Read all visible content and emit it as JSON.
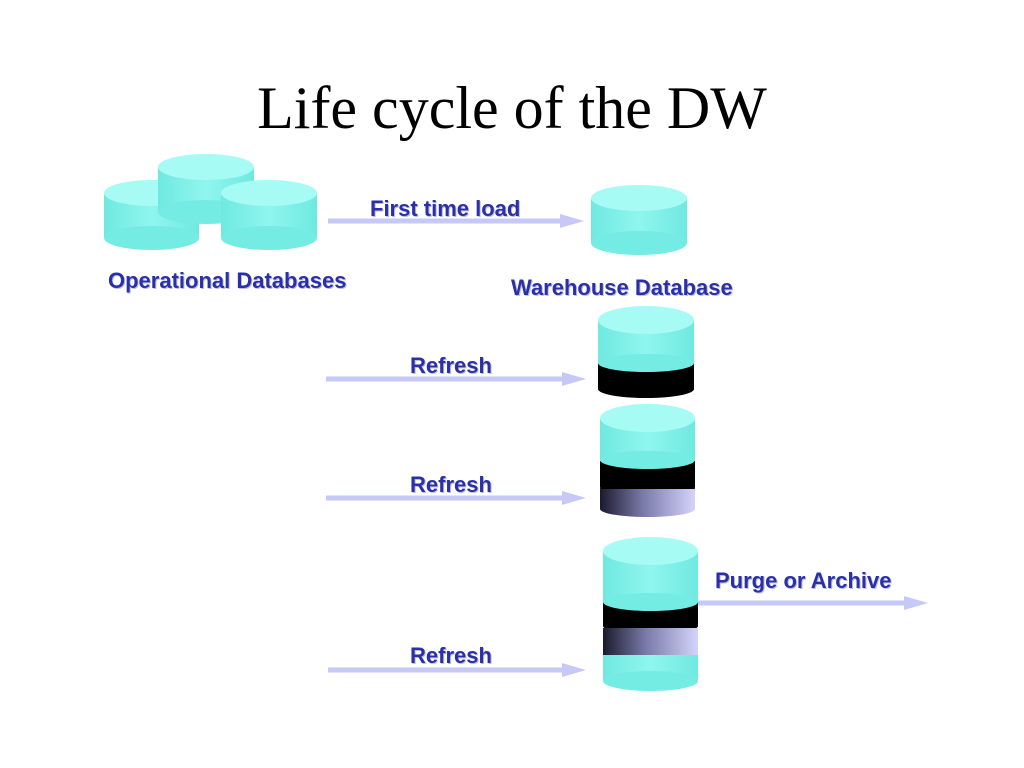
{
  "title": "Life cycle of the DW",
  "labels": {
    "operational": "Operational Databases",
    "first_load": "First time load",
    "warehouse": "Warehouse Database",
    "refresh_1": "Refresh",
    "refresh_2": "Refresh",
    "refresh_3": "Refresh",
    "purge": "Purge or Archive"
  },
  "colors": {
    "cylinder": "#80f3ea",
    "cylinder_top": "#a4fbf4",
    "label": "#2b2fa8",
    "arrow": "#c6c8f5",
    "dark_band": "#000000",
    "lavender_band": "#c8c8f8"
  }
}
